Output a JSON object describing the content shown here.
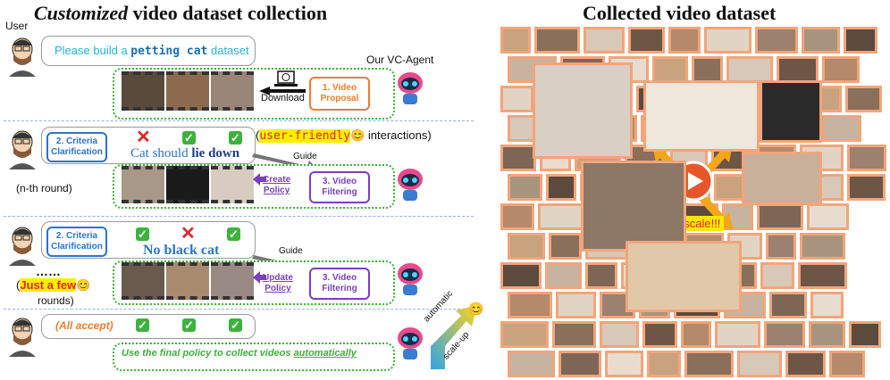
{
  "left_title": {
    "emph": "Customized",
    "rest": " video dataset collection"
  },
  "right_title": "Collected video dataset",
  "user_label": "User",
  "agent_label": "Our VC-Agent",
  "request": {
    "pre": "Please build a ",
    "bold": "petting cat",
    "post": " dataset"
  },
  "download_label": "Download",
  "step_video_proposal": "1. Video\nProposal",
  "step_criteria_1": "2. Criteria\nClarification",
  "step_criteria_2": "2. Criteria\nClarification",
  "step_filter_1": "3. Video\nFiltering",
  "step_filter_2": "3. Video\nFiltering",
  "create_policy": "Create\nPolicy",
  "update_policy": "Update\nPolicy",
  "guide_1": "Guide",
  "guide_2": "Guide",
  "user_friendly": {
    "highlight": "user-friendly",
    "emoji": "😊",
    "post": " interactions)",
    "pre": "("
  },
  "criteria_1_text": {
    "pre": "Cat should ",
    "bold": "lie down"
  },
  "criteria_2_text": "No black cat",
  "nth_round": "(n-th round)",
  "few_rounds": {
    "dots": "……",
    "open": "(",
    "highlight": "Just a few",
    "emoji": "😊",
    "rest": "rounds)"
  },
  "all_accept": "(All accept)",
  "final_policy": {
    "pre": "Use the final policy to collect videos ",
    "emph": "automatically"
  },
  "automatic_label": "automatic",
  "scaleup_label": "scale-up",
  "emoji_scale": "😊",
  "large_scale": "large-scale!!!",
  "colors": {
    "green_box": "#3db13d",
    "orange": "#f07c2a",
    "purple": "#7a3ebf",
    "blue": "#2b74c8",
    "tile_border": "#f2a57a"
  }
}
